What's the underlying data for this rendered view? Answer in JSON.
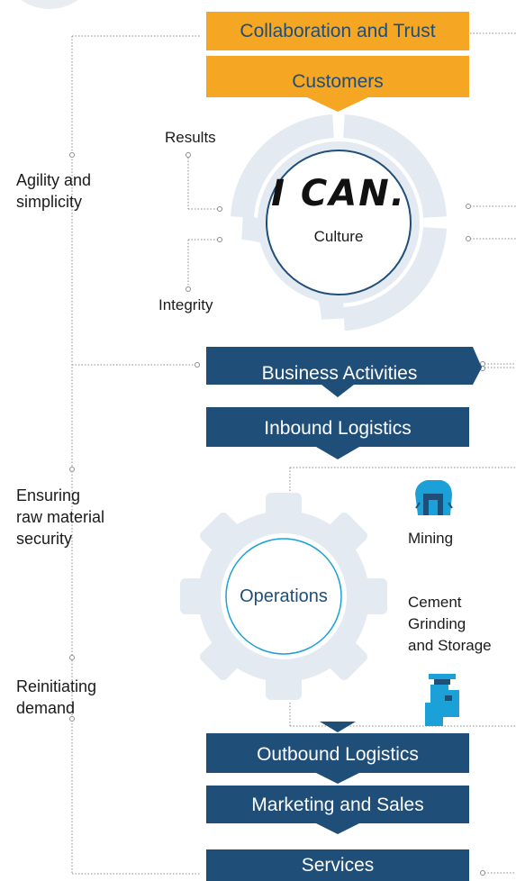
{
  "top_bars": {
    "collaboration": "Collaboration and Trust",
    "customers": "Customers"
  },
  "culture": {
    "brand": "I CAN.",
    "label": "Culture",
    "results": "Results",
    "integrity": "Integrity"
  },
  "left_labels": {
    "agility": "Agility and\nsimplicity",
    "raw_material": "Ensuring\nraw material\nsecurity",
    "demand": "Reinitiating\ndemand"
  },
  "value_chain": {
    "business_activities": "Business Activities",
    "inbound": "Inbound Logistics",
    "outbound": "Outbound Logistics",
    "marketing": "Marketing and Sales",
    "services": "Services"
  },
  "operations": {
    "center": "Operations",
    "mining": "Mining",
    "cement": "Cement\nGrinding\nand Storage"
  },
  "icons": [
    "mining-icon",
    "cement-grinding-icon"
  ],
  "colors": {
    "orange": "#F5A623",
    "navy": "#1F4E79",
    "ring": "#E4EAF1",
    "teal": "#1BA0D8",
    "dots": "#8C8C8C"
  }
}
